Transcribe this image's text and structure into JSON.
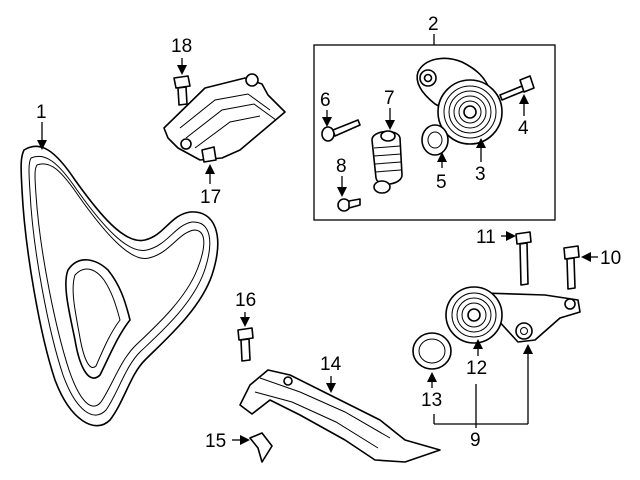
{
  "diagram": {
    "callouts": {
      "c1": "1",
      "c2": "2",
      "c3": "3",
      "c4": "4",
      "c5": "5",
      "c6": "6",
      "c7": "7",
      "c8": "8",
      "c9": "9",
      "c10": "10",
      "c11": "11",
      "c12": "12",
      "c13": "13",
      "c14": "14",
      "c15": "15",
      "c16": "16",
      "c17": "17",
      "c18": "18"
    },
    "parts": {
      "belt": "1",
      "tensioner_assembly": "2",
      "tensioner_pulley": "3",
      "pulley_bolt": "4",
      "pulley_cover": "5",
      "long_bolt": "6",
      "damper": "7",
      "damper_bolt": "8",
      "idler_assembly": "9",
      "bracket_bolt_10": "10",
      "bracket_bolt_11": "11",
      "idler_pulley": "12",
      "idler_dust_cap": "13",
      "lower_shield": "14",
      "clip": "15",
      "shield_bolt": "16",
      "upper_shield": "17",
      "upper_bolt": "18"
    }
  }
}
